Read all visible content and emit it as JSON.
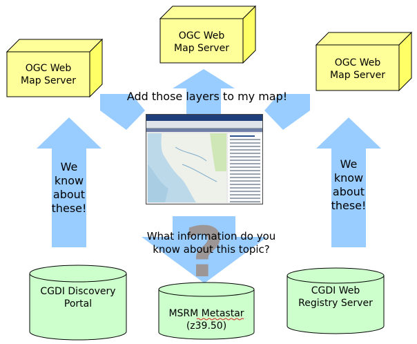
{
  "servers": [
    {
      "label_lines": [
        "OGC Web",
        "Map Server"
      ]
    },
    {
      "label_lines": [
        "OGC Web",
        "Map Server"
      ]
    },
    {
      "label_lines": [
        "OGC Web",
        "Map Server"
      ]
    }
  ],
  "top_caption": "Add those layers to my map!",
  "left_arrow_text": [
    "We",
    "know",
    "about",
    "these!"
  ],
  "right_arrow_text": [
    "We",
    "know",
    "about",
    "these!"
  ],
  "question_text": [
    "What information do you",
    "know about this topic?"
  ],
  "question_mark": "?",
  "databases": [
    {
      "label_lines": [
        "CGDI Discovery",
        "Portal"
      ]
    },
    {
      "label_lines": [
        "MSRM Metastar",
        "(z39.50)"
      ]
    },
    {
      "label_lines": [
        "CGDI Web",
        "Registry Server"
      ]
    }
  ],
  "colors": {
    "box_fill": "#ffff99",
    "box_side": "#ffff66",
    "arrow_fill": "#99ccff",
    "cylinder_fill": "#ccffcc",
    "question_mark": "#9c8c85"
  }
}
